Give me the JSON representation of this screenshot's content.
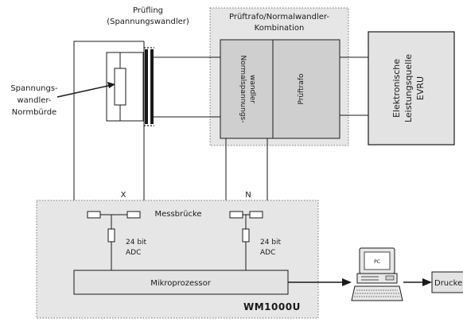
{
  "labels": {
    "pruefling_line1": "Prüfling",
    "pruefling_line2": "(Spannungswandler)",
    "kombination_line1": "Prüftrafo/Normalwandler-",
    "kombination_line2": "Kombination",
    "spannungs_line1": "Spannungs-",
    "spannungs_line2": "wandler-",
    "spannungs_line3": "Normbürde",
    "normal_line1": "Normalspannungs-",
    "normal_line2": "wandler",
    "prueftrafo": "Prüftrafo",
    "quelle_line1": "Elektronische",
    "quelle_line2": "Leistungsquelle",
    "quelle_line3": "EVRU",
    "x_label": "X",
    "n_label": "N",
    "messbruecke": "Messbrücke",
    "adc_left_line1": "24 bit",
    "adc_left_line2": "ADC",
    "adc_right_line1": "24 bit",
    "adc_right_line2": "ADC",
    "mikroprozessor": "Mikroprozessor",
    "device_name": "WM1000U",
    "pc_label": "PC",
    "drucker": "Drucke"
  },
  "colors": {
    "box_fill": "#e3e3e3",
    "inner_box_fill": "#cfcfcf",
    "line": "#1a1a1a",
    "dotted": "#777777"
  }
}
